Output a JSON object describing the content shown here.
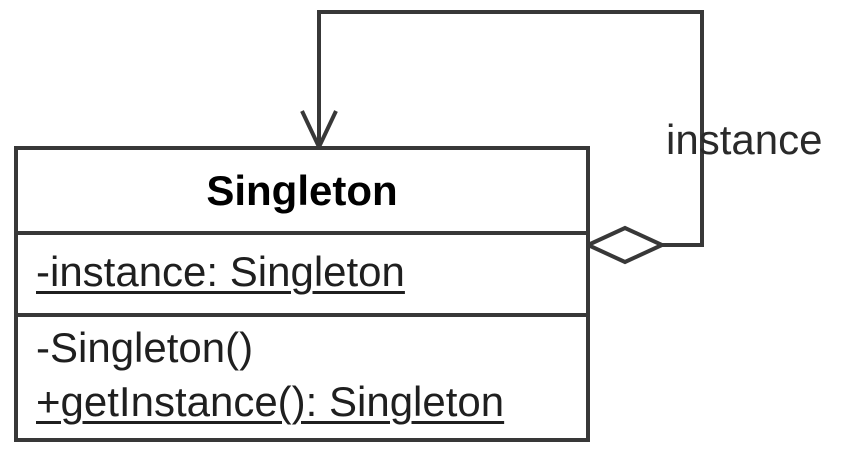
{
  "uml": {
    "class": {
      "name": "Singleton",
      "attributes": [
        {
          "label": "-instance: Singleton",
          "static": true
        }
      ],
      "methods": [
        {
          "label": "-Singleton()",
          "static": false
        },
        {
          "label": "+getInstance(): Singleton",
          "static": true
        }
      ]
    },
    "association": {
      "label": "instance",
      "type": "aggregation-self-reference"
    },
    "colors": {
      "line": "#383838",
      "text": "#1f1f1f",
      "title_text": "#000000",
      "background": "#ffffff"
    }
  }
}
